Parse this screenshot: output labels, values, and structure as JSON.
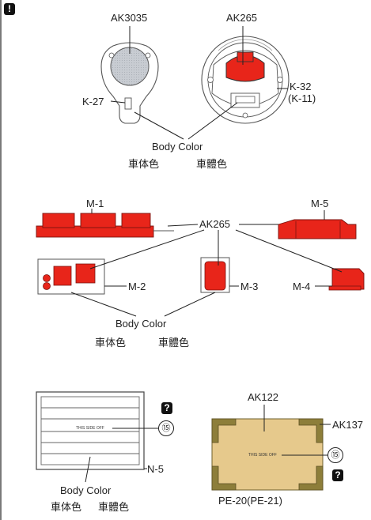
{
  "sheet": {
    "warning_mark": "!",
    "section1": {
      "paint_left": "AK3035",
      "paint_right": "AK265",
      "part_left": "K-27",
      "part_right_1": "K-32",
      "part_right_2": "(K-11)",
      "body_color": "Body Color",
      "cn_simplified": "車体色",
      "cn_traditional": "車體色"
    },
    "section2": {
      "paint": "AK265",
      "parts": [
        "M-1",
        "M-2",
        "M-3",
        "M-4",
        "M-5"
      ],
      "body_color": "Body Color",
      "cn_simplified": "車体色",
      "cn_traditional": "車體色"
    },
    "section3": {
      "decal_text": "THIS SIDE OFF",
      "decal_number": "⑮",
      "part_left": "N-5",
      "body_color": "Body Color",
      "cn_simplified": "車体色",
      "cn_traditional": "車體色",
      "question_mark": "?",
      "paint_main": "AK122",
      "paint_corner": "AK137",
      "part_right": "PE-20(PE-21)",
      "decal_text_right": "THIS SIDE OFF",
      "decal_number_right": "⑮",
      "question_mark_right": "?"
    },
    "colors": {
      "red": "#e8251a",
      "tan": "#e6c98c",
      "olive": "#8d7e3a",
      "grey": "#c8ccd2"
    }
  }
}
